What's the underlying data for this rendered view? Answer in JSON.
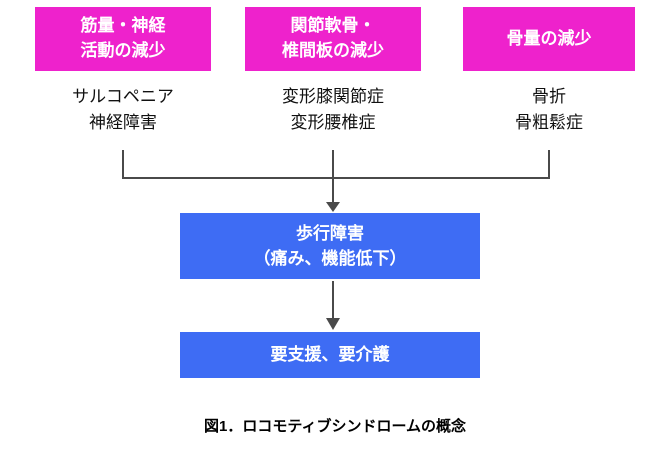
{
  "colors": {
    "magenta": "#ee22cc",
    "blue": "#3e6cf4",
    "line": "#4a4a4a"
  },
  "causes": [
    {
      "title": "筋量・神経\n活動の減少",
      "examples": "サルコペニア\n神経障害"
    },
    {
      "title": "関節軟骨・\n椎間板の減少",
      "examples": "変形膝関節症\n変形腰椎症"
    },
    {
      "title": "骨量の減少",
      "examples": "骨折\n骨粗鬆症"
    }
  ],
  "outcomes": {
    "primary": "歩行障害\n（痛み、機能低下）",
    "secondary": "要支援、要介護"
  },
  "caption": "図1．ロコモティブシンドロームの概念"
}
